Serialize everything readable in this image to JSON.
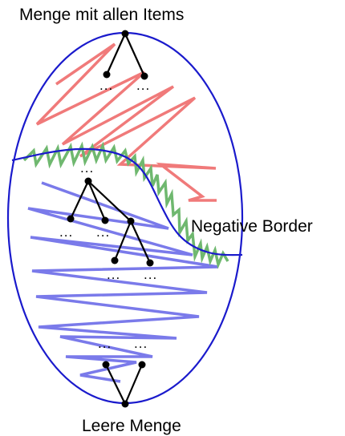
{
  "diagram": {
    "top_label": "Menge mit allen Items",
    "bottom_label": "Leere Menge",
    "border_label": "Negative Border",
    "ellipsis": "...",
    "colors": {
      "outline": "#1a1acc",
      "border_curve": "#1a1acc",
      "zigzag_top": "#f07a7a",
      "zigzag_border": "#6fb86f",
      "zigzag_bottom": "#7a7aea",
      "tree": "#000000"
    }
  }
}
